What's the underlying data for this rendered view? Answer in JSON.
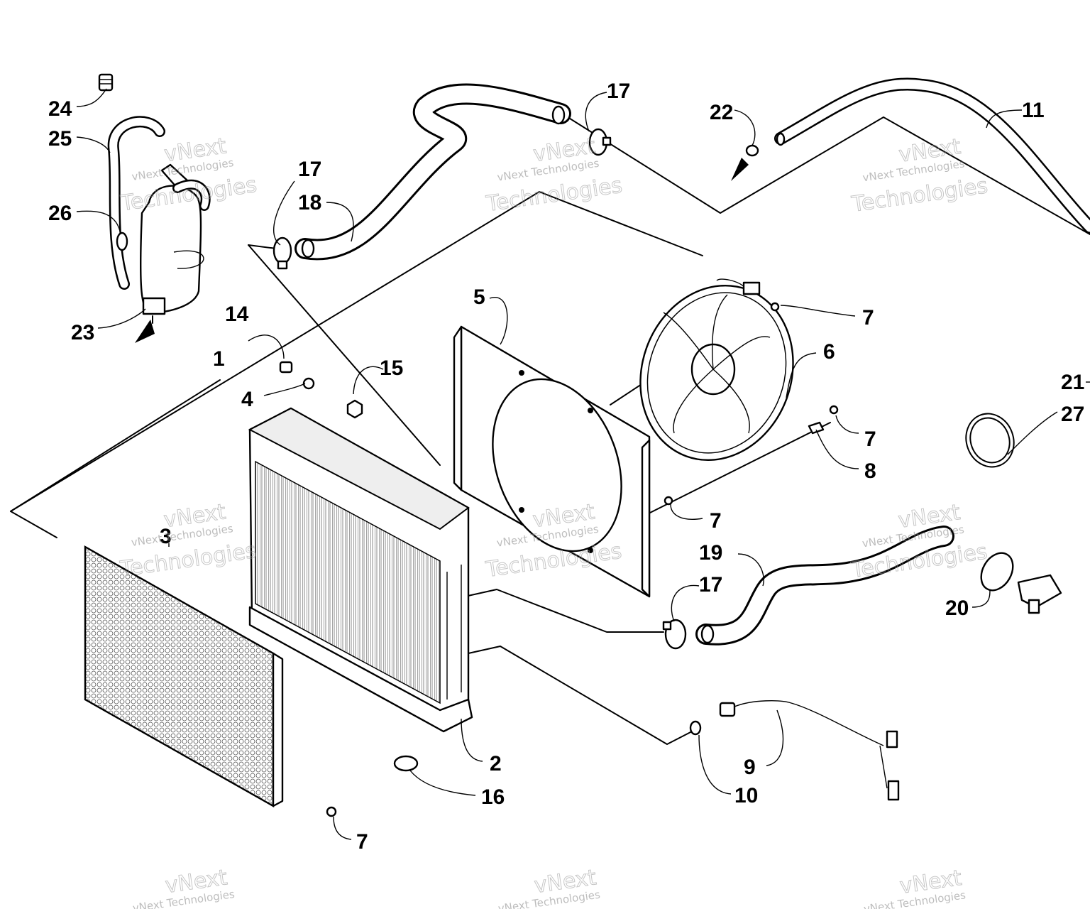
{
  "callouts": {
    "c1": "1",
    "c2": "2",
    "c3": "3",
    "c4": "4",
    "c5": "5",
    "c6": "6",
    "c7": "7",
    "c8": "8",
    "c9": "9",
    "c10": "10",
    "c11": "11",
    "c14": "14",
    "c15": "15",
    "c16": "16",
    "c17": "17",
    "c18": "18",
    "c19": "19",
    "c20": "20",
    "c21": "21",
    "c22": "22",
    "c23": "23",
    "c24": "24",
    "c25": "25",
    "c26": "26",
    "c27": "27"
  },
  "watermark": {
    "line1": "vNext Technologies",
    "line2a": "vNext",
    "line2b": "Technologies"
  }
}
